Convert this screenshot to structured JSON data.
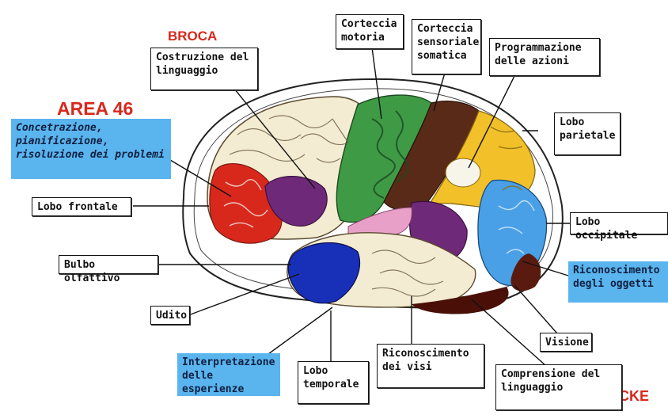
{
  "titles": {
    "broca": "BROCA",
    "area46": "AREA 46",
    "wernicke": "WERNICKE"
  },
  "labels": {
    "corteccia_motoria": "Corteccia\nmotoria",
    "corteccia_sensoriale": "Corteccia\nsensoriale\nsomatica",
    "programmazione": "Programmazione\ndelle azioni",
    "costruzione": "Costruzione del\nlinguaggio",
    "concentrazione": "Concetrazione,\npianificazione,\nrisoluzione dei problemi",
    "lobo_parietale": "Lobo\nparietale",
    "lobo_frontale": "Lobo frontale",
    "lobo_occipitale": "Lobo occipitale",
    "bulbo_olfattivo": "Bulbo olfattivo",
    "riconoscimento_oggetti": "Riconoscimento\ndegli oggetti",
    "udito": "Udito",
    "visione": "Visione",
    "interpretazione": "Interpretazione\ndelle esperienze",
    "lobo_temporale": "Lobo\ntemporale",
    "riconoscimento_visi": "Riconoscimento\ndei visi",
    "comprensione": "Comprensione del\nlinguaggio"
  },
  "colors": {
    "frontal_cream": "#f4ecd2",
    "motor_green": "#3f9a45",
    "sensory_brown": "#5a2a18",
    "parietal_yellow": "#f2c12a",
    "occipital_blue": "#4aa0e6",
    "broca_red": "#d8281c",
    "purple": "#6e2a78",
    "temporal_blue": "#1830b8",
    "pink": "#e8a0c8",
    "label_blue": "#5ab4ee"
  }
}
